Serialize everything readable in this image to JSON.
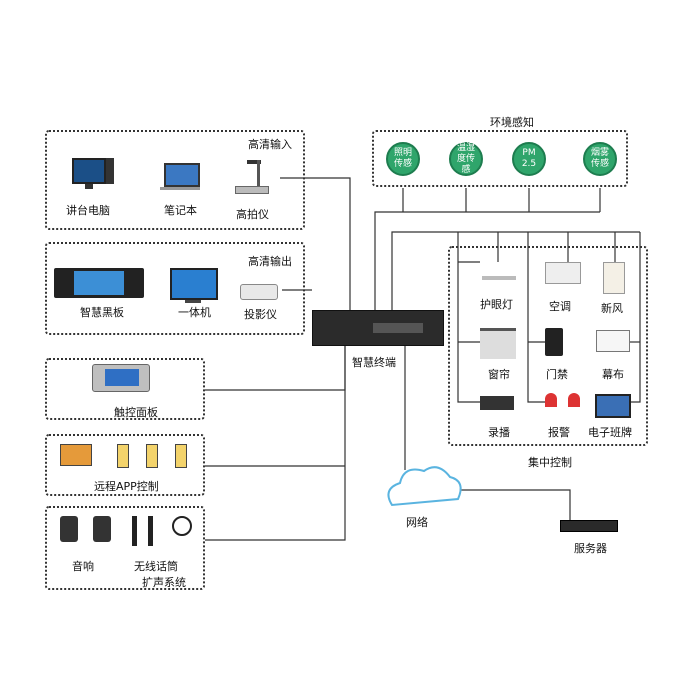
{
  "groups": {
    "hd_input": "高清输入",
    "hd_output": "高清输出",
    "env": "环境感知",
    "central": "集中控制"
  },
  "devices": {
    "podium_pc": "讲台电脑",
    "laptop": "笔记本",
    "doc_camera": "高拍仪",
    "smart_board": "智慧黑板",
    "all_in_one": "一体机",
    "projector": "投影仪",
    "terminal": "智慧终端",
    "touch_panel": "触控面板",
    "remote_app": "远程APP控制",
    "speaker": "音响",
    "wireless_mic": "无线话筒",
    "pa_system": "扩声系统",
    "eye_lamp": "护眼灯",
    "ac": "空调",
    "fresh_air": "新风",
    "curtain": "窗帘",
    "door_access": "门禁",
    "screen": "幕布",
    "recording": "录播",
    "alarm": "报警",
    "class_board": "电子班牌",
    "network": "网络",
    "server": "服务器"
  },
  "sensors": {
    "light": "照明传感",
    "temp_humidity": "温湿度传感",
    "pm25_a": "PM",
    "pm25_b": "2.5",
    "smoke": "烟雾传感"
  },
  "colors": {
    "sensor": "#2fa56b",
    "cloud": "#5ab4e0",
    "line": "#333333"
  }
}
